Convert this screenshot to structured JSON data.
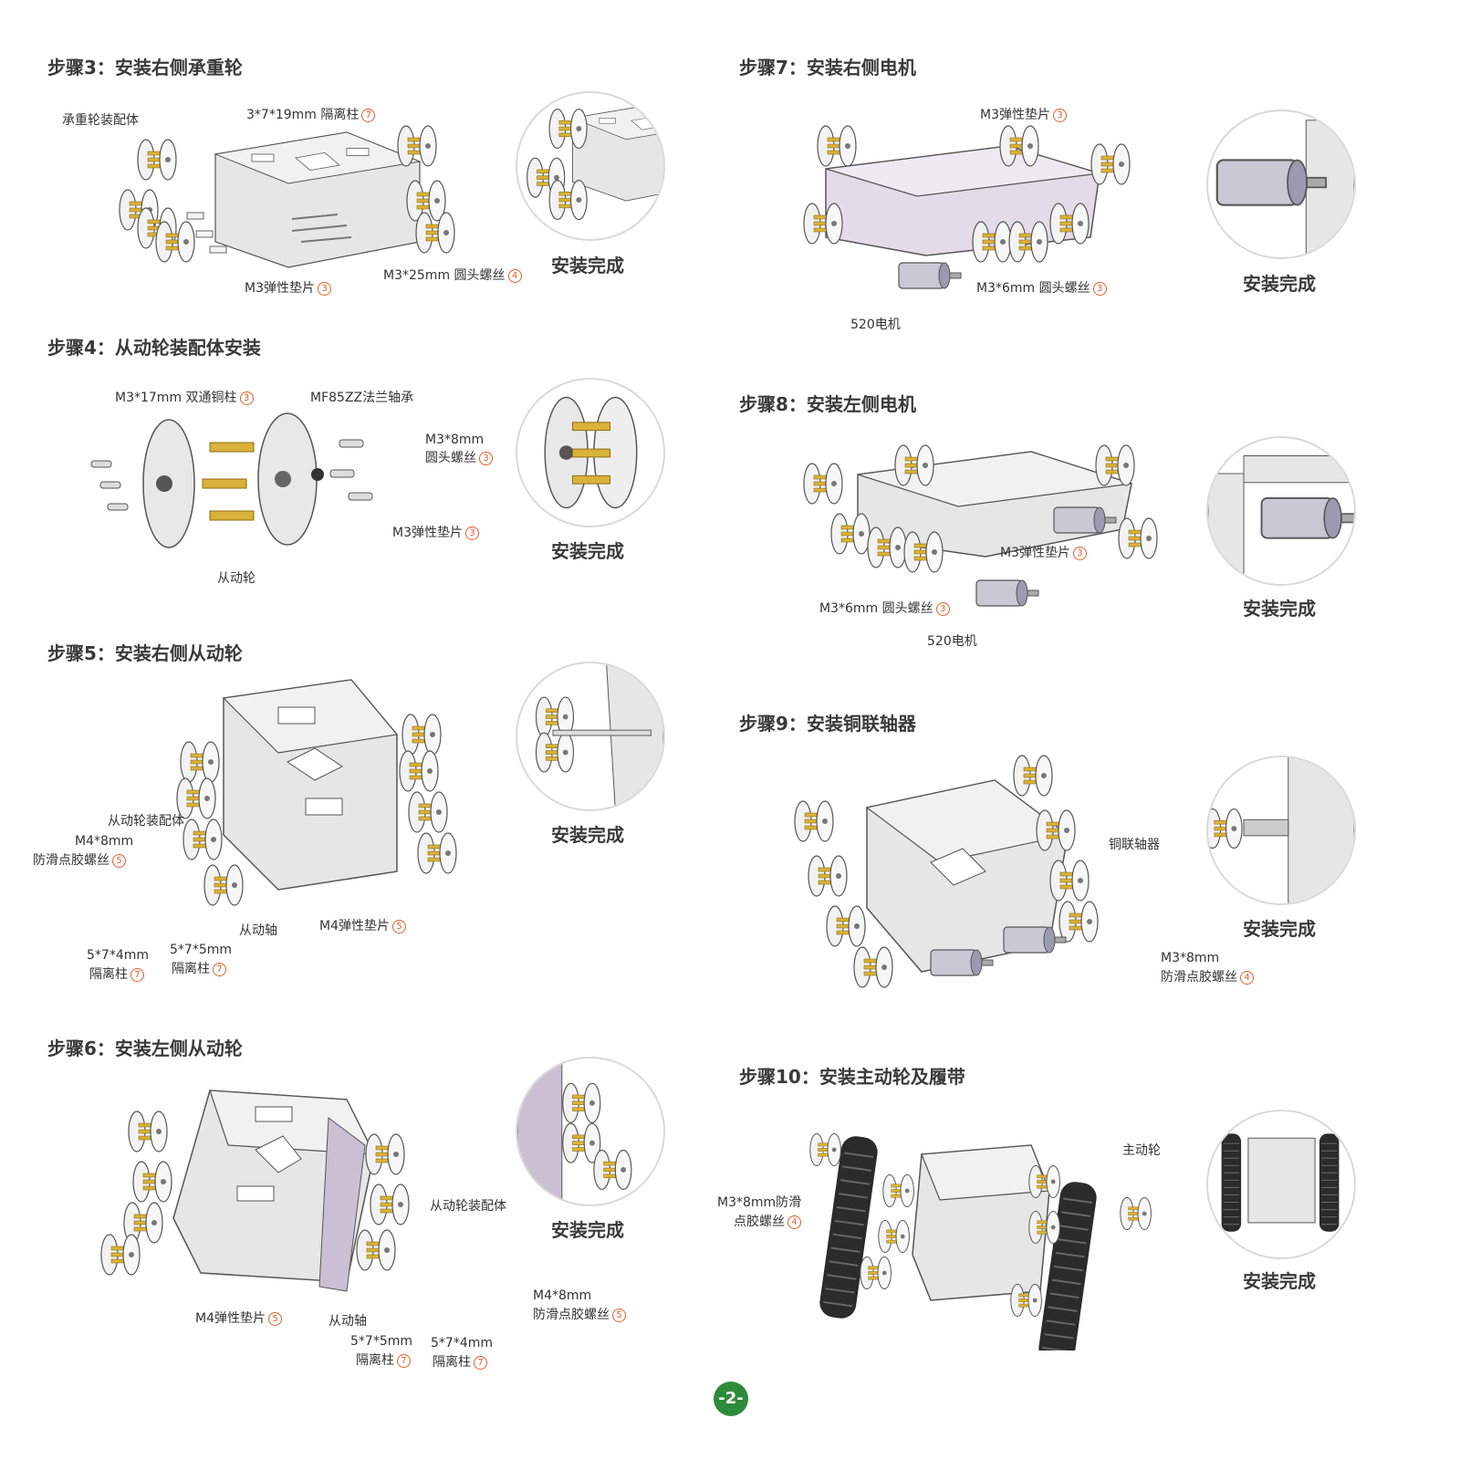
{
  "completed_label": "安装完成",
  "page_number": "-2-",
  "steps": {
    "s3": {
      "title": "步骤3：安装右侧承重轮",
      "labels": [
        "承重轮装配体",
        "3*7*19mm 隔离柱",
        "M3弹性垫片",
        "M3*25mm 圆头螺丝"
      ],
      "qty": [
        "7",
        "3",
        "4"
      ]
    },
    "s4": {
      "title": "步骤4：从动轮装配体安装",
      "labels": [
        "M3*17mm 双通铜柱",
        "MF85ZZ法兰轴承",
        "M3*8mm",
        "圆头螺丝",
        "M3弹性垫片",
        "从动轮"
      ],
      "qty": [
        "3",
        "3",
        "3"
      ]
    },
    "s5": {
      "title": "步骤5：安装右侧从动轮",
      "labels": [
        "从动轮装配体",
        "M4*8mm",
        "防滑点胶螺丝",
        "从动轴",
        "M4弹性垫片",
        "5*7*4mm",
        "隔离柱",
        "5*7*5mm",
        "隔离柱"
      ],
      "qty": [
        "5",
        "5",
        "7",
        "7"
      ]
    },
    "s6": {
      "title": "步骤6：安装左侧从动轮",
      "labels": [
        "从动轮装配体",
        "M4*8mm",
        "防滑点胶螺丝",
        "M4弹性垫片",
        "从动轴",
        "5*7*5mm",
        "隔离柱",
        "5*7*4mm",
        "隔离柱"
      ],
      "qty": [
        "5",
        "5",
        "7",
        "7"
      ]
    },
    "s7": {
      "title": "步骤7：安装右侧电机",
      "labels": [
        "M3弹性垫片",
        "M3*6mm 圆头螺丝",
        "520电机"
      ],
      "qty": [
        "3",
        "3"
      ]
    },
    "s8": {
      "title": "步骤8：安装左侧电机",
      "labels": [
        "M3弹性垫片",
        "M3*6mm 圆头螺丝",
        "520电机"
      ],
      "qty": [
        "3",
        "3"
      ]
    },
    "s9": {
      "title": "步骤9：安装铜联轴器",
      "labels": [
        "铜联轴器",
        "M3*8mm",
        "防滑点胶螺丝"
      ],
      "qty": [
        "4"
      ]
    },
    "s10": {
      "title": "步骤10：安装主动轮及履带",
      "labels": [
        "主动轮",
        "M3*8mm防滑",
        "点胶螺丝"
      ],
      "qty": [
        "4"
      ]
    }
  },
  "colors": {
    "brass": "#d9b23a",
    "plate": "#e6e6e6",
    "plate_purple": "#e4dbe8",
    "track": "#2b2b2b",
    "accent": "#2f8b3c",
    "qty_ring": "#e25d2e"
  }
}
